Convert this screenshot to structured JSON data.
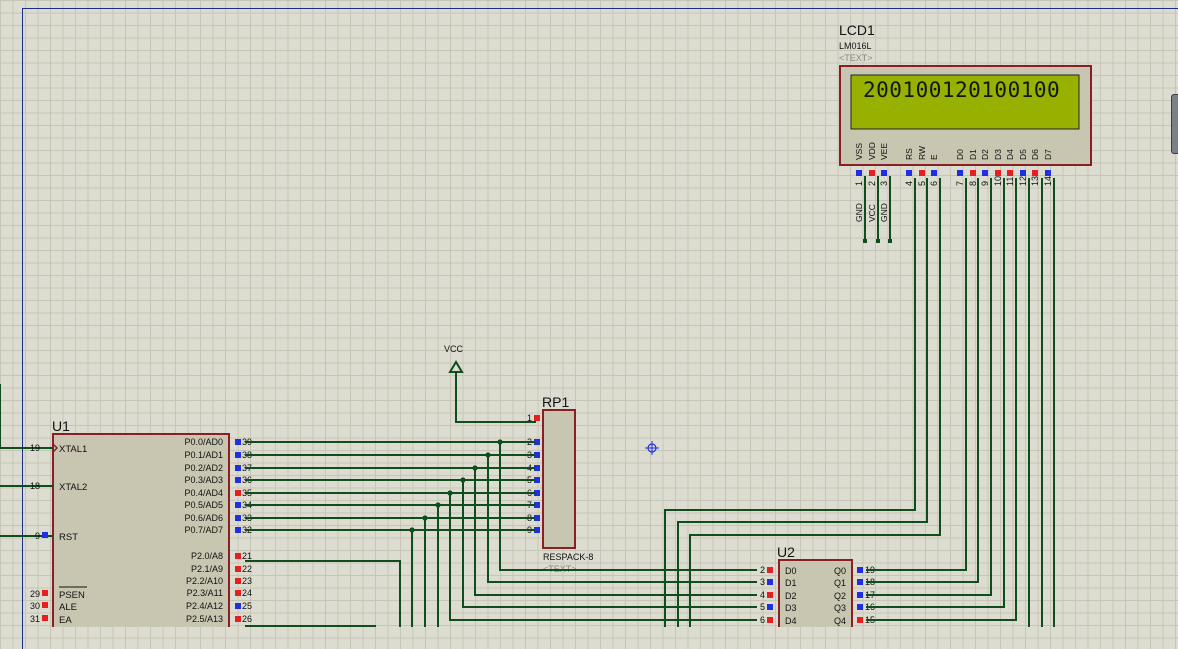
{
  "lcd": {
    "ref": "LCD1",
    "model": "LM016L",
    "text_field": "<TEXT>",
    "display": "200100120100100",
    "pins": [
      {
        "num": "1",
        "name": "VSS",
        "net": "GND"
      },
      {
        "num": "2",
        "name": "VDD",
        "net": "VCC"
      },
      {
        "num": "3",
        "name": "VEE",
        "net": "GND"
      },
      {
        "num": "4",
        "name": "RS"
      },
      {
        "num": "5",
        "name": "RW"
      },
      {
        "num": "6",
        "name": "E"
      },
      {
        "num": "7",
        "name": "D0"
      },
      {
        "num": "8",
        "name": "D1"
      },
      {
        "num": "9",
        "name": "D2"
      },
      {
        "num": "10",
        "name": "D3"
      },
      {
        "num": "11",
        "name": "D4"
      },
      {
        "num": "12",
        "name": "D5"
      },
      {
        "num": "13",
        "name": "D6"
      },
      {
        "num": "14",
        "name": "D7"
      }
    ]
  },
  "vcc_label": "VCC",
  "rp1": {
    "ref": "RP1",
    "model": "RESPACK-8",
    "text_field": "<TEXT>",
    "pins": [
      "1",
      "2",
      "3",
      "4",
      "5",
      "6",
      "7",
      "8",
      "9"
    ]
  },
  "u1": {
    "ref": "U1",
    "left_pins": [
      {
        "num": "19",
        "name": "XTAL1"
      },
      {
        "num": "18",
        "name": "XTAL2"
      },
      {
        "num": "9",
        "name": "RST"
      },
      {
        "num": "29",
        "name": "PSEN"
      },
      {
        "num": "30",
        "name": "ALE"
      },
      {
        "num": "31",
        "name": "EA"
      }
    ],
    "right_pins": [
      {
        "num": "39",
        "name": "P0.0/AD0"
      },
      {
        "num": "38",
        "name": "P0.1/AD1"
      },
      {
        "num": "37",
        "name": "P0.2/AD2"
      },
      {
        "num": "36",
        "name": "P0.3/AD3"
      },
      {
        "num": "35",
        "name": "P0.4/AD4"
      },
      {
        "num": "34",
        "name": "P0.5/AD5"
      },
      {
        "num": "33",
        "name": "P0.6/AD6"
      },
      {
        "num": "32",
        "name": "P0.7/AD7"
      },
      {
        "num": "21",
        "name": "P2.0/A8"
      },
      {
        "num": "22",
        "name": "P2.1/A9"
      },
      {
        "num": "23",
        "name": "P2.2/A10"
      },
      {
        "num": "24",
        "name": "P2.3/A11"
      },
      {
        "num": "25",
        "name": "P2.4/A12"
      },
      {
        "num": "26",
        "name": "P2.5/A13"
      }
    ]
  },
  "u2": {
    "ref": "U2",
    "left_pins": [
      {
        "num": "2",
        "name": "D0"
      },
      {
        "num": "3",
        "name": "D1"
      },
      {
        "num": "4",
        "name": "D2"
      },
      {
        "num": "5",
        "name": "D3"
      },
      {
        "num": "6",
        "name": "D4"
      }
    ],
    "right_pins": [
      {
        "num": "19",
        "name": "Q0"
      },
      {
        "num": "18",
        "name": "Q1"
      },
      {
        "num": "17",
        "name": "Q2"
      },
      {
        "num": "16",
        "name": "Q3"
      },
      {
        "num": "15",
        "name": "Q4"
      }
    ]
  },
  "colors": {
    "wire": "#0f4d1c",
    "body_fill": "#c8c6b0",
    "body_stroke": "#8a1f23",
    "lcd_screen": "#98b000",
    "pin_red": "#e62020",
    "pin_blue": "#2030e0"
  }
}
